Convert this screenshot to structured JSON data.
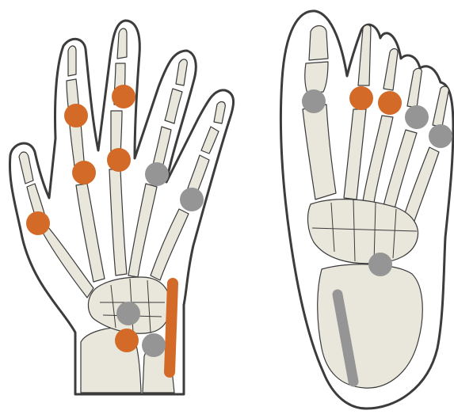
{
  "colors": {
    "affected": "#d46a27",
    "unaffected": "#959595",
    "bone": "#e9e6dc",
    "outline": "#3c3c3c"
  },
  "hand": {
    "markers": [
      {
        "joint": "thumb-ip",
        "status": "affected"
      },
      {
        "joint": "index-pip",
        "status": "affected"
      },
      {
        "joint": "index-dip",
        "status": "affected"
      },
      {
        "joint": "middle-pip",
        "status": "affected"
      },
      {
        "joint": "middle-dip",
        "status": "affected"
      },
      {
        "joint": "ring-pip",
        "status": "unaffected"
      },
      {
        "joint": "little-pip",
        "status": "unaffected"
      },
      {
        "joint": "wrist-carpal",
        "status": "unaffected"
      },
      {
        "joint": "wrist-radial",
        "status": "affected"
      },
      {
        "joint": "wrist-ulnar",
        "status": "unaffected"
      }
    ],
    "tendon": {
      "site": "ulnar-wrist",
      "status": "affected"
    }
  },
  "foot": {
    "markers": [
      {
        "joint": "great-toe-mtp",
        "status": "unaffected"
      },
      {
        "joint": "second-toe-pip",
        "status": "affected"
      },
      {
        "joint": "third-toe-pip",
        "status": "affected"
      },
      {
        "joint": "fourth-toe-pip",
        "status": "unaffected"
      },
      {
        "joint": "fifth-toe-pip",
        "status": "unaffected"
      },
      {
        "joint": "midfoot",
        "status": "unaffected"
      }
    ],
    "tendon": {
      "site": "plantar-heel",
      "status": "unaffected"
    }
  }
}
